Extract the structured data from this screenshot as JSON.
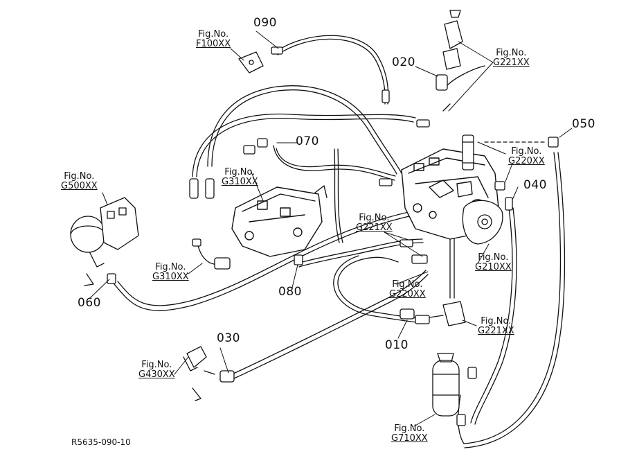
{
  "parts": {
    "p010": "010",
    "p020": "020",
    "p030": "030",
    "p040": "040",
    "p050": "050",
    "p060": "060",
    "p070": "070",
    "p080": "080",
    "p090": "090"
  },
  "fig_refs": {
    "prefix": "Fig.No.",
    "f100": "F100XX",
    "g221_top": "G221XX",
    "g500": "G500XX",
    "g310_upper": "G310XX",
    "g220_right": "G220XX",
    "g221_mid": "G221XX",
    "g310_lower": "G310XX",
    "g210": "G210XX",
    "g220_mid": "G220XX",
    "g221_low": "G221XX",
    "g430": "G430XX",
    "g710": "G710XX"
  },
  "drawing_code": "R5635-090-10"
}
